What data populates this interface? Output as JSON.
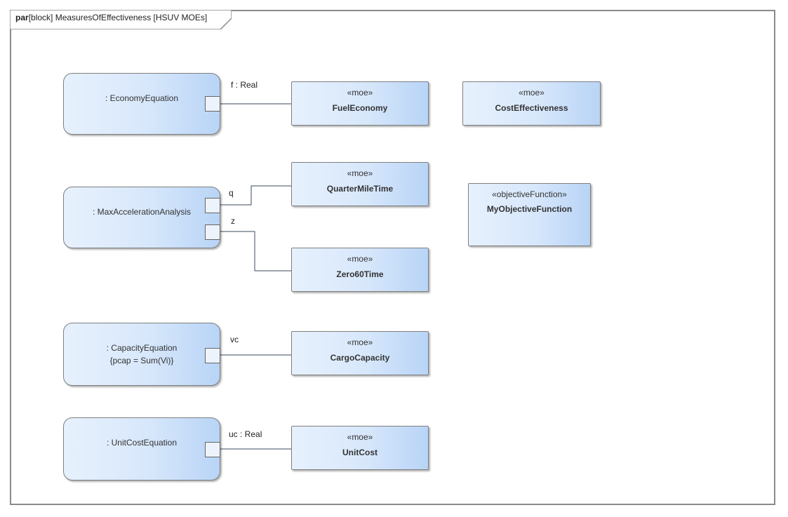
{
  "frame": {
    "kind": "par",
    "owner": "[block] MeasuresOfEffectiveness [HSUV MOEs]"
  },
  "constraint_blocks": {
    "economy": {
      "name": ": EconomyEquation"
    },
    "max_accel": {
      "name": ": MaxAccelerationAnalysis"
    },
    "capacity": {
      "name": ": CapacityEquation",
      "constraint": "{pcap = Sum(Vi)}"
    },
    "unit_cost": {
      "name": ": UnitCostEquation"
    }
  },
  "moe_blocks": {
    "fuel_economy": {
      "stereotype": "«moe»",
      "name": "FuelEconomy"
    },
    "cost_effectiveness": {
      "stereotype": "«moe»",
      "name": "CostEffectiveness"
    },
    "quarter_mile": {
      "stereotype": "«moe»",
      "name": "QuarterMileTime"
    },
    "zero60": {
      "stereotype": "«moe»",
      "name": "Zero60Time"
    },
    "cargo_capacity": {
      "stereotype": "«moe»",
      "name": "CargoCapacity"
    },
    "unit_cost": {
      "stereotype": "«moe»",
      "name": "UnitCost"
    }
  },
  "objective": {
    "stereotype": "«objectiveFunction»",
    "name": "MyObjectiveFunction"
  },
  "connector_labels": {
    "f": "f : Real",
    "q": "q",
    "z": "z",
    "vc": "vc",
    "uc": "uc : Real"
  },
  "colors": {
    "fill_light": "#e7f1fd",
    "fill_dark": "#b8d4f6",
    "border": "#7f7f7f",
    "wire": "#3c4a5e"
  }
}
